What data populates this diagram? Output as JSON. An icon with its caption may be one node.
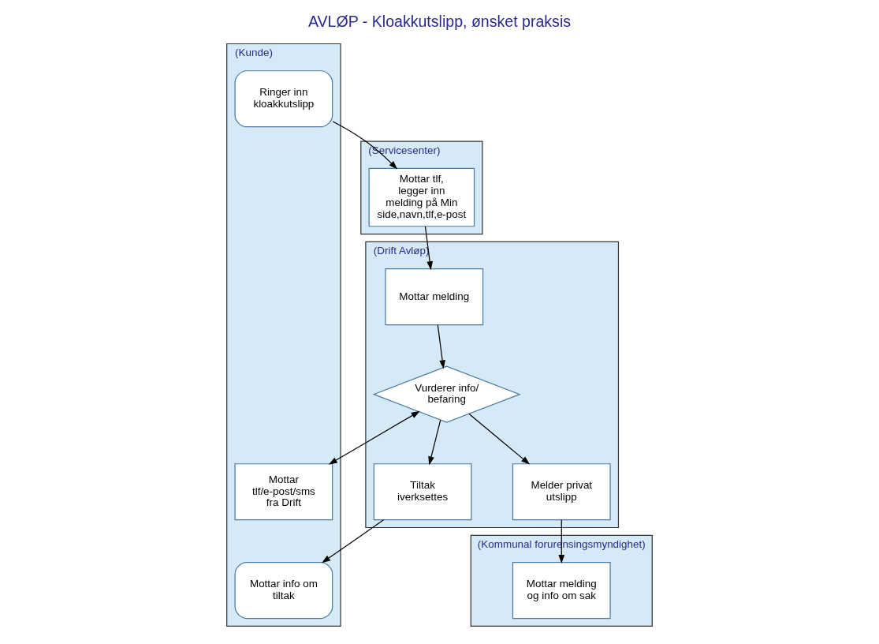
{
  "diagram": {
    "title": "AVLØP - Kloakkutslipp, ønsket praksis",
    "nodes": [
      {
        "text": [
          "(Kunde)"
        ]
      },
      {
        "text": [
          "(Drift Avløp)"
        ]
      },
      {
        "text": [
          "(Servicesenter)"
        ]
      },
      {
        "text": [
          "(Kommunal forurensingsmyndighet)"
        ]
      },
      {
        "text": [
          "Ringer inn kloakkutslipp"
        ],
        "in": 0
      },
      {
        "text": [
          "Mottar tlf/e-post/sms fra Drift"
        ],
        "in": 0
      },
      {
        "text": [
          "Mottar info om tiltak"
        ],
        "in": 0
      },
      {
        "text": [
          "Mottar melding"
        ],
        "in": 1
      },
      {
        "text": [
          "Vurderer info/ befaring"
        ],
        "in": 1
      },
      {
        "text": [
          "Tiltak iverksettes"
        ],
        "in": 1
      },
      {
        "text": [
          "Melder privat utslipp"
        ],
        "in": 1
      },
      {
        "text": [
          "Mottar tlf, legger inn melding på Min side,navn,tlf,e-post"
        ],
        "in": 2
      },
      {
        "text": [
          "Mottar melding og info om sak"
        ],
        "in": 3
      }
    ],
    "edges": [
      {
        "from": 4,
        "to": 11,
        "arrow": "to"
      },
      {
        "from": 11,
        "to": 7,
        "arrow": "to"
      },
      {
        "from": 7,
        "to": 8,
        "arrow": "to"
      },
      {
        "from": 8,
        "to": 5,
        "arrow": "both"
      },
      {
        "from": 8,
        "to": 9,
        "arrow": "to"
      },
      {
        "from": 8,
        "to": 10,
        "arrow": "to"
      },
      {
        "from": 9,
        "to": 6,
        "arrow": "to"
      },
      {
        "from": 10,
        "to": 12,
        "arrow": "to"
      }
    ]
  }
}
